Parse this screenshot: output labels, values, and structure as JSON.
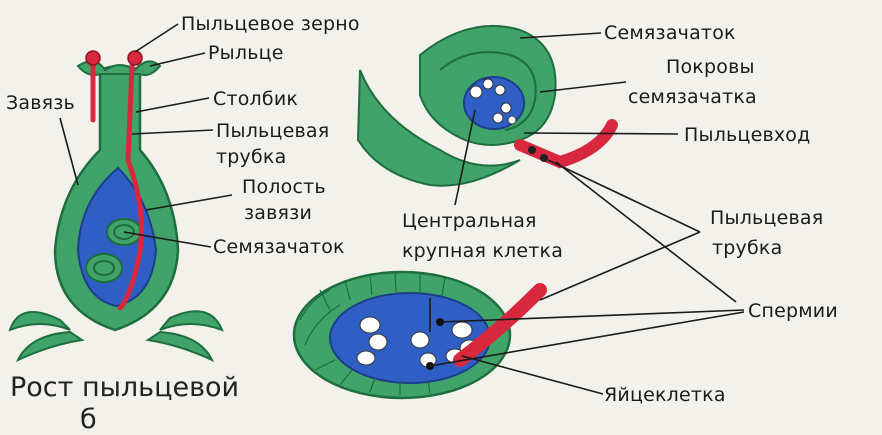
{
  "labels": {
    "pollen_grain": "Пыльцевое зерно",
    "stigma": "Рыльце",
    "ovary": "Завязь",
    "style": "Столбик",
    "pollen_tube_1": "Пыльцевая",
    "pollen_tube_2": "трубка",
    "ovary_cavity_1": "Полость",
    "ovary_cavity_2": "завязи",
    "ovule_left": "Семязачаток",
    "ovule_top": "Семязачаток",
    "integuments_1": "Покровы",
    "integuments_2": "семязачатка",
    "micropyle": "Пыльцевход",
    "central_cell_1": "Центральная",
    "central_cell_2": "крупная клетка",
    "pollen_tube_right_1": "Пыльцевая",
    "pollen_tube_right_2": "трубка",
    "sperm": "Спермии",
    "egg_cell": "Яйцеклетка"
  },
  "caption": {
    "line1": "Рост пыльцевой",
    "line2": "б"
  },
  "colors": {
    "tissue_green": "#3fa36a",
    "tissue_dark": "#1e6e3e",
    "cavity_blue": "#2f5fc4",
    "tube_red": "#d8283e",
    "leader_line": "#1b1b1b"
  }
}
